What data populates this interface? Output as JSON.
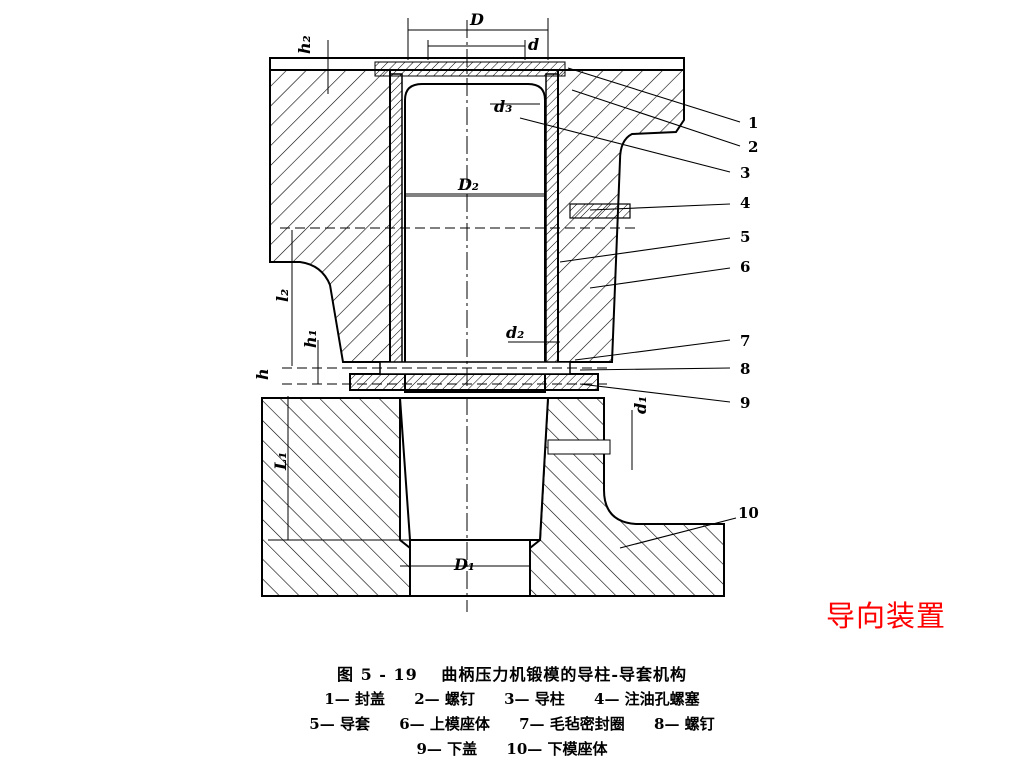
{
  "slide_title": "导向装置",
  "figure": {
    "caption_title": "图 5 - 19　 曲柄压力机锻模的导柱-导套机构",
    "legend_lines": [
      [
        "1— 封盖",
        "2— 螺钉",
        "3— 导柱",
        "4— 注油孔螺塞"
      ],
      [
        "5— 导套",
        "6— 上模座体",
        "7— 毛毡密封圈",
        "8— 螺钉"
      ],
      [
        "9— 下盖",
        "10— 下模座体"
      ]
    ],
    "dimension_labels": {
      "D": "D",
      "d": "d",
      "d3": "d₃",
      "D2": "D₂",
      "d2": "d₂",
      "D1": "D₁",
      "h2": "h₂",
      "l2": "l₂",
      "h1": "h₁",
      "h": "h",
      "L1": "L₁",
      "d1": "d₁"
    },
    "part_numbers": [
      "1",
      "2",
      "3",
      "4",
      "5",
      "6",
      "7",
      "8",
      "9",
      "10"
    ]
  }
}
